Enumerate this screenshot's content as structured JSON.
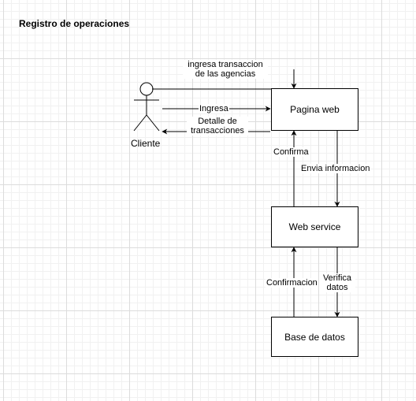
{
  "title": "Registro de operaciones",
  "actor": {
    "name": "Cliente"
  },
  "nodes": {
    "web": "Pagina web",
    "service": "Web service",
    "db": "Base de datos"
  },
  "edges": {
    "ingresa_transaccion": "ingresa transaccion\nde las agencias",
    "ingresa": "Ingresa",
    "detalle": "Detalle de\ntransacciones",
    "confirma": "Confirma",
    "envia": "Envia informacion",
    "confirmacion": "Confirmacion",
    "verifica": "Verifica\ndatos"
  }
}
